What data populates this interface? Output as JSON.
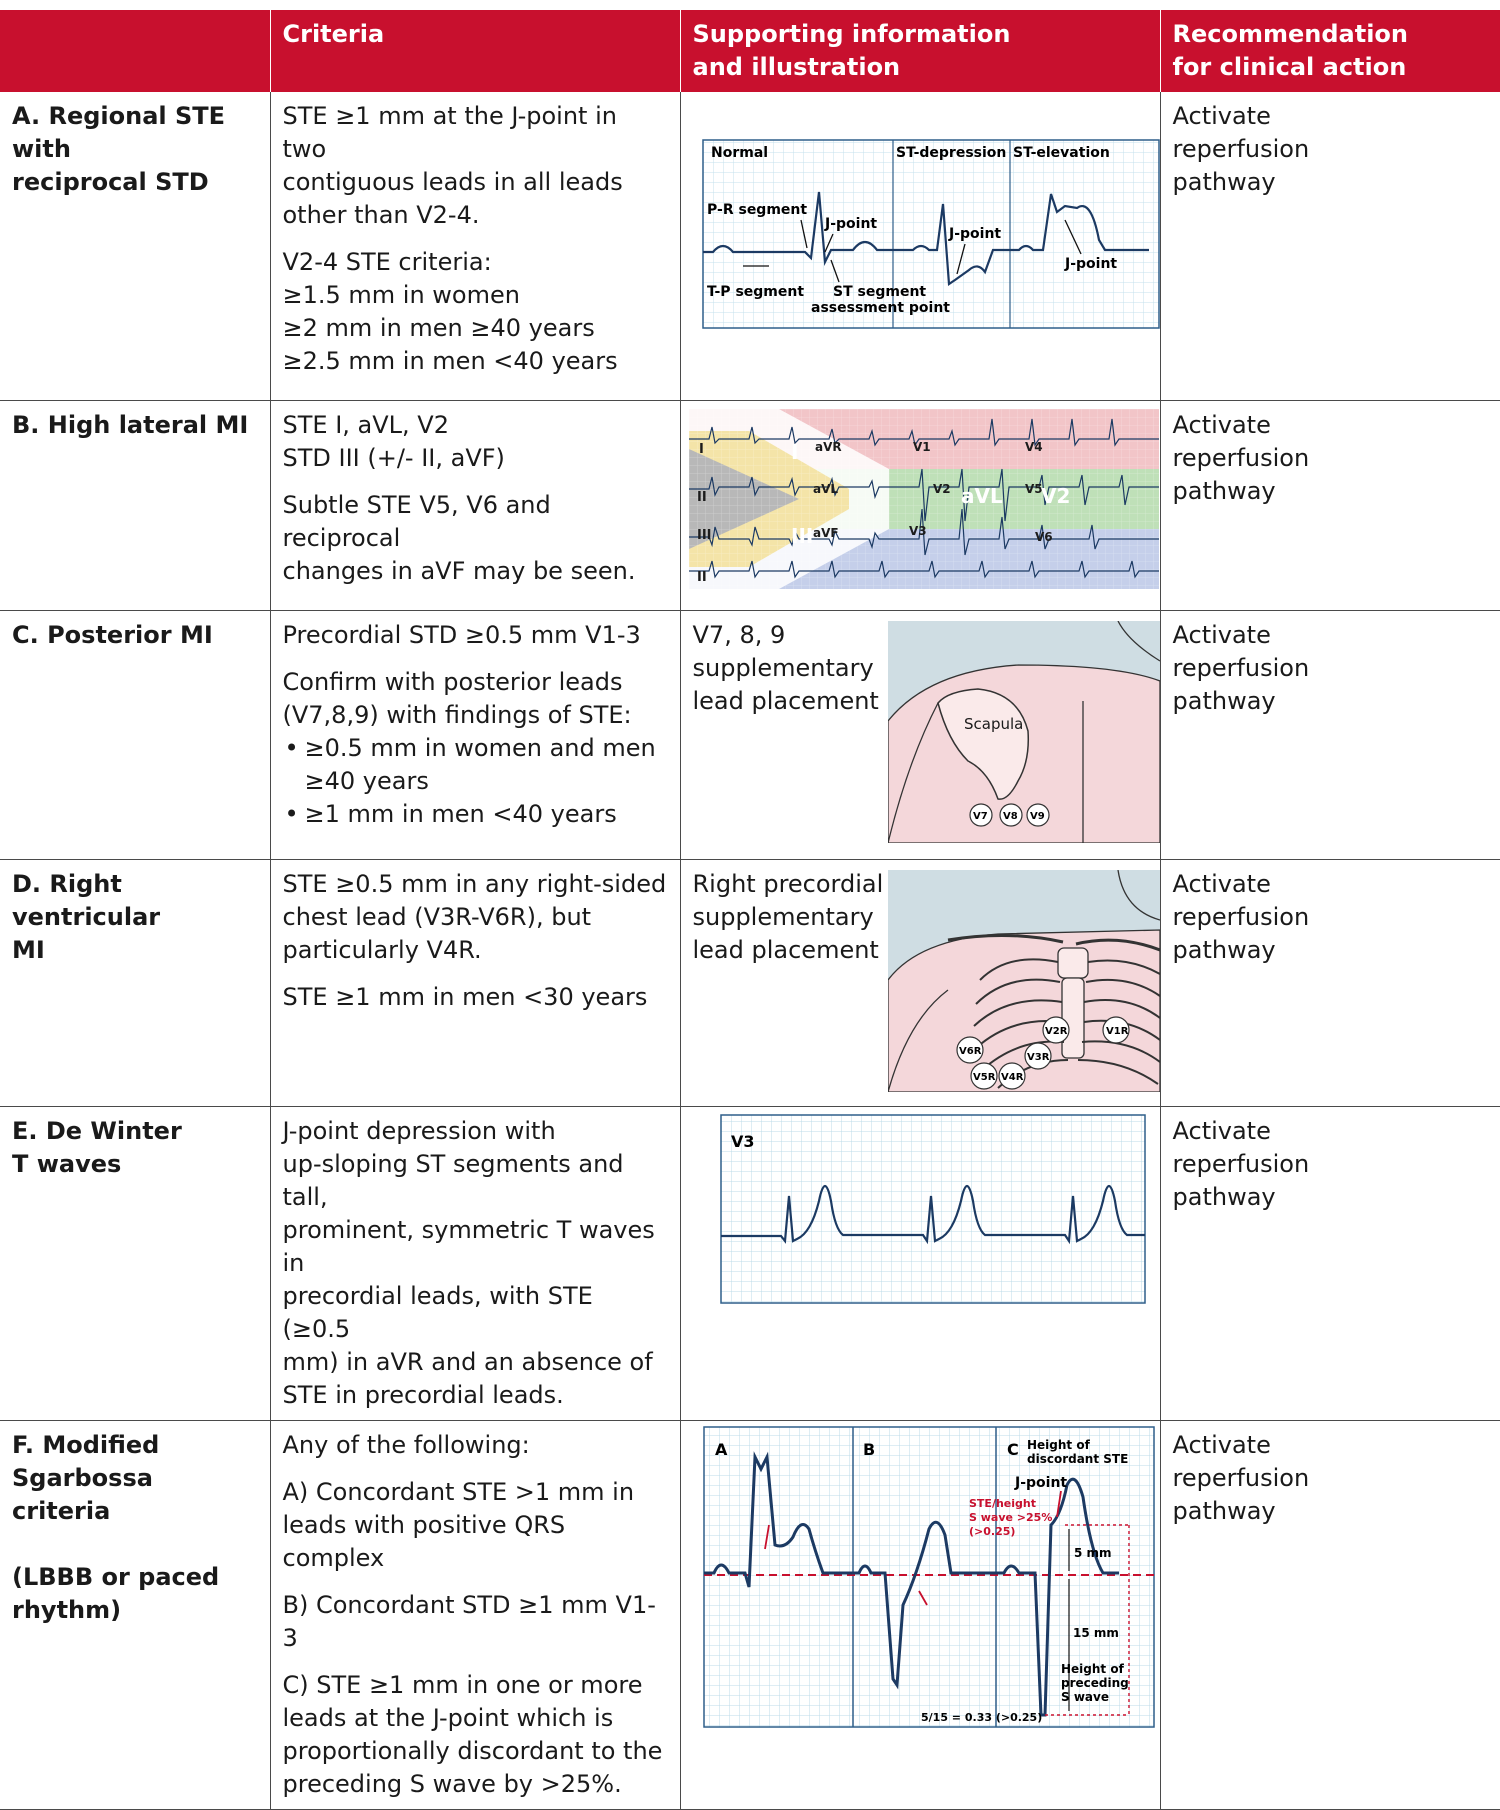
{
  "header": {
    "col0": "",
    "col1": "Criteria",
    "col2_line1": "Supporting information",
    "col2_line2": "and illustration",
    "col3_line1": "Recommendation",
    "col3_line2": "for clinical action"
  },
  "colors": {
    "header_bg": "#c8102e",
    "ecg_line": "#1c3a63",
    "grid": "#b8d8e8",
    "accent_red": "#c8102e"
  },
  "rows": [
    {
      "name": [
        "A. Regional STE with",
        "reciprocal STD"
      ],
      "criteria": {
        "p1": [
          "STE ≥1 mm at the J-point in two",
          "contiguous leads in all leads",
          "other than V2-4."
        ],
        "p2": [
          "V2-4 STE criteria:",
          "≥1.5 mm in women",
          "≥2 mm in men ≥40 years",
          "≥2.5 mm in men <40 years"
        ]
      },
      "figure": {
        "labels": {
          "normal": "Normal",
          "st_depression": "ST-depression",
          "st_elevation": "ST-elevation",
          "pr_segment": "P-R segment",
          "jpoint1": "J-point",
          "jpoint2": "J-point",
          "jpoint3": "J-point",
          "tp_segment": "T-P segment",
          "st_assess1": "ST segment",
          "st_assess2": "assessment point"
        }
      },
      "recommendation": [
        "Activate",
        "reperfusion",
        "pathway"
      ]
    },
    {
      "name": [
        "B. High lateral MI"
      ],
      "criteria": {
        "p1": [
          "STE I, aVL, V2",
          "STD III (+/- II, aVF)"
        ],
        "p2": [
          "Subtle STE V5, V6 and reciprocal",
          "changes in aVF may be seen."
        ]
      },
      "figure": {
        "leads": {
          "I": "I",
          "II": "II",
          "III": "III",
          "II_b": "II",
          "aVR": "aVR",
          "aVL": "aVL",
          "aVF": "aVF",
          "V1": "V1",
          "V2": "V2",
          "V3": "V3",
          "V4": "V4",
          "V5": "V5",
          "V6": "V6"
        },
        "flag_labels": {
          "I": "I",
          "aVL": "aVL",
          "V2": "V2",
          "III": "III"
        }
      },
      "recommendation": [
        "Activate",
        "reperfusion",
        "pathway"
      ]
    },
    {
      "name": [
        "C. Posterior MI"
      ],
      "criteria": {
        "p1": [
          "Precordial STD ≥0.5 mm V1-3"
        ],
        "p2": [
          "Confirm with posterior leads",
          "(V7,8,9) with findings of STE:"
        ],
        "bullets": [
          [
            "≥0.5 mm in women and men",
            "≥40 years"
          ],
          [
            "≥1 mm in men <40 years"
          ]
        ]
      },
      "figure": {
        "caption": [
          "V7, 8, 9",
          "supplementary",
          "lead placement"
        ],
        "scapula": "Scapula",
        "v7": "V7",
        "v8": "V8",
        "v9": "V9"
      },
      "recommendation": [
        "Activate",
        "reperfusion",
        "pathway"
      ]
    },
    {
      "name": [
        "D. Right ventricular",
        "MI"
      ],
      "criteria": {
        "p1": [
          "STE ≥0.5 mm in any right-sided",
          "chest lead (V3R-V6R), but",
          "particularly V4R."
        ],
        "p2": [
          "STE ≥1 mm in men <30 years"
        ]
      },
      "figure": {
        "caption": [
          "Right precordial",
          "supplementary",
          "lead placement"
        ],
        "v1r": "V1R",
        "v2r": "V2R",
        "v3r": "V3R",
        "v4r": "V4R",
        "v5r": "V5R",
        "v6r": "V6R"
      },
      "recommendation": [
        "Activate",
        "reperfusion",
        "pathway"
      ]
    },
    {
      "name": [
        "E. De Winter",
        "T waves"
      ],
      "criteria": {
        "p1": [
          "J-point depression with",
          "up-sloping ST segments and tall,",
          "prominent, symmetric T waves in",
          "precordial leads, with STE (≥0.5",
          "mm) in aVR and an absence of",
          "STE in precordial leads."
        ]
      },
      "figure": {
        "lead": "V3"
      },
      "recommendation": [
        "Activate",
        "reperfusion",
        "pathway"
      ]
    },
    {
      "name": [
        "F. Modified",
        "Sgarbossa criteria",
        "",
        "(LBBB or paced",
        "rhythm)"
      ],
      "criteria": {
        "p0": [
          "Any of the following:"
        ],
        "p1": [
          "A) Concordant STE >1 mm in",
          "leads with positive QRS complex"
        ],
        "p2": [
          "B) Concordant STD ≥1 mm V1-3"
        ],
        "p3": [
          "C) STE ≥1 mm in one or more",
          "leads at the J-point which is",
          "proportionally discordant to the",
          "preceding S wave by >25%."
        ]
      },
      "figure": {
        "panel_a": "A",
        "panel_b": "B",
        "panel_c": "C",
        "height_disc1": "Height of",
        "height_disc2": "discordant STE",
        "jpoint": "J-point",
        "ratio1": "STE/height",
        "ratio2": "S wave >25%",
        "ratio3": "(>0.25)",
        "mm5": "5 mm",
        "mm15": "15 mm",
        "height_prec1": "Height of",
        "height_prec2": "preceding",
        "height_prec3": "S wave",
        "formula": "5/15 = 0.33 (>0.25)"
      },
      "recommendation": [
        "Activate",
        "reperfusion",
        "pathway"
      ]
    }
  ]
}
